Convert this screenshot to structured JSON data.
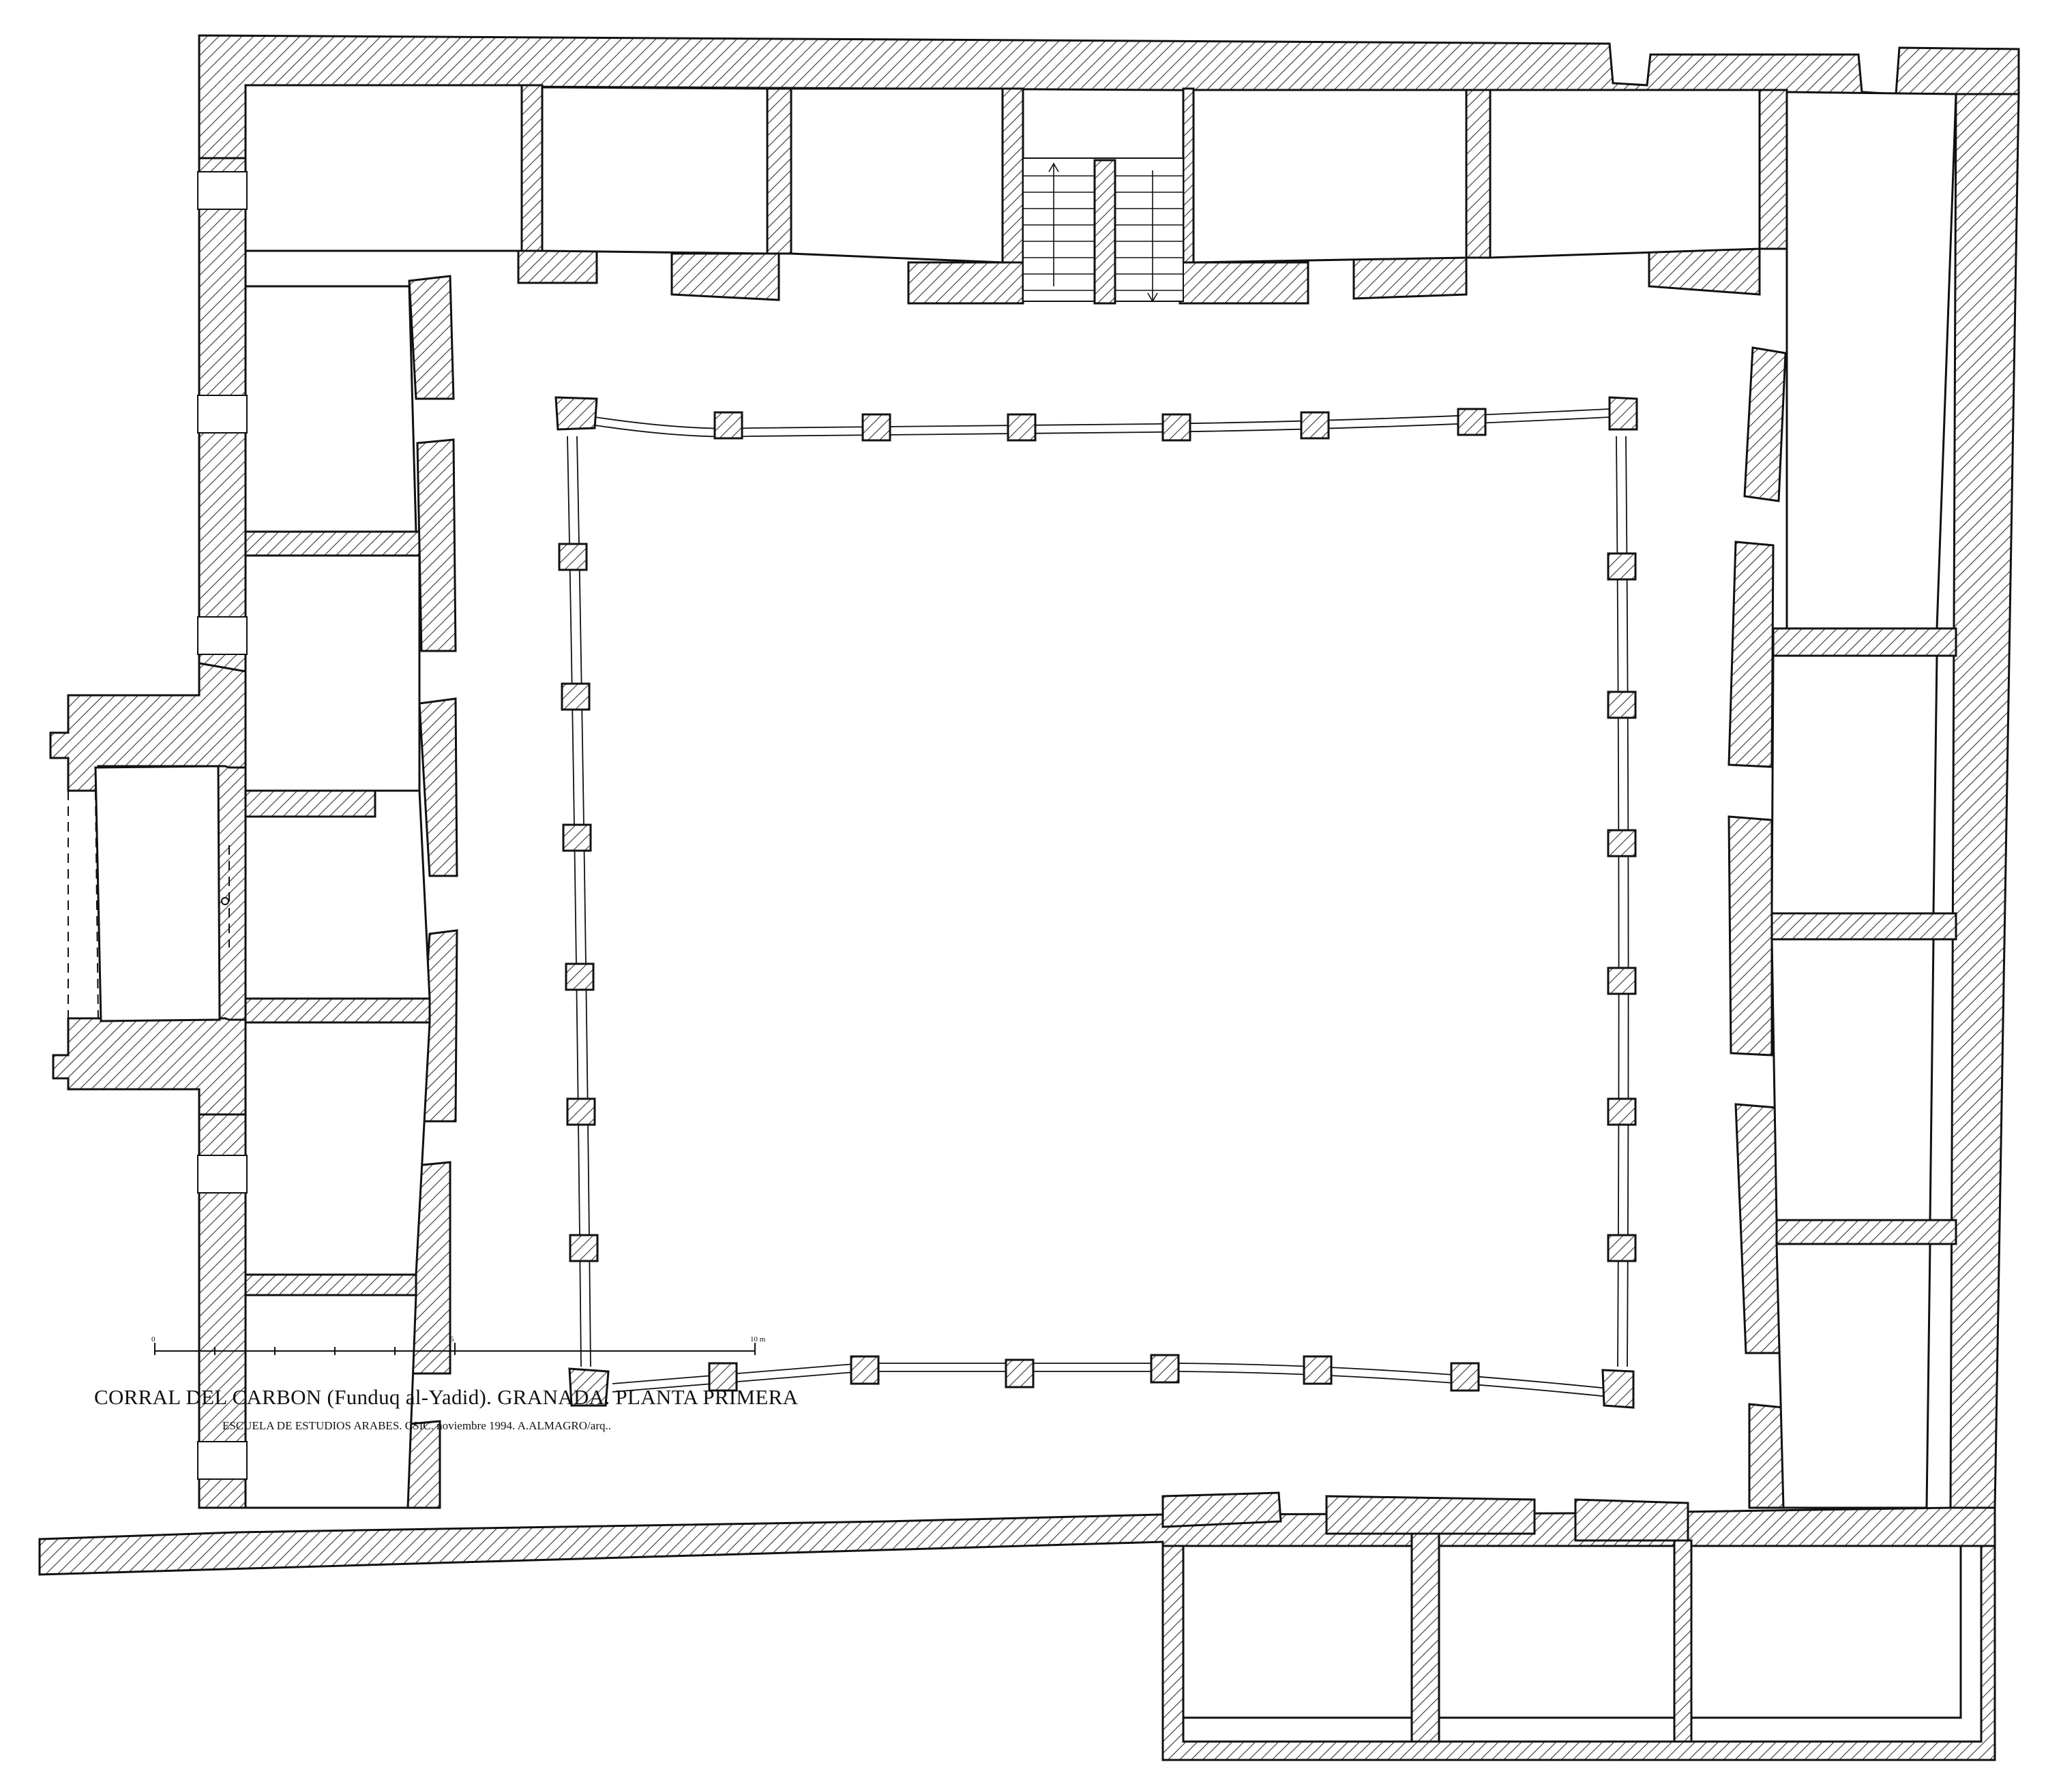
{
  "drawing": {
    "title": "CORRAL DEL CARBON (Funduq al-Yadid). GRANADA. PLANTA PRIMERA",
    "credits": "ESCUELA DE ESTUDIOS ARABES. CSIC. noviembre 1994. A.ALMAGRO/arq..",
    "scale_bar": {
      "label_start": "0",
      "label_mid": "5",
      "label_end": "10 m"
    }
  },
  "colors": {
    "ink": "#111111",
    "hatch": "#333333",
    "paper": "#ffffff"
  }
}
